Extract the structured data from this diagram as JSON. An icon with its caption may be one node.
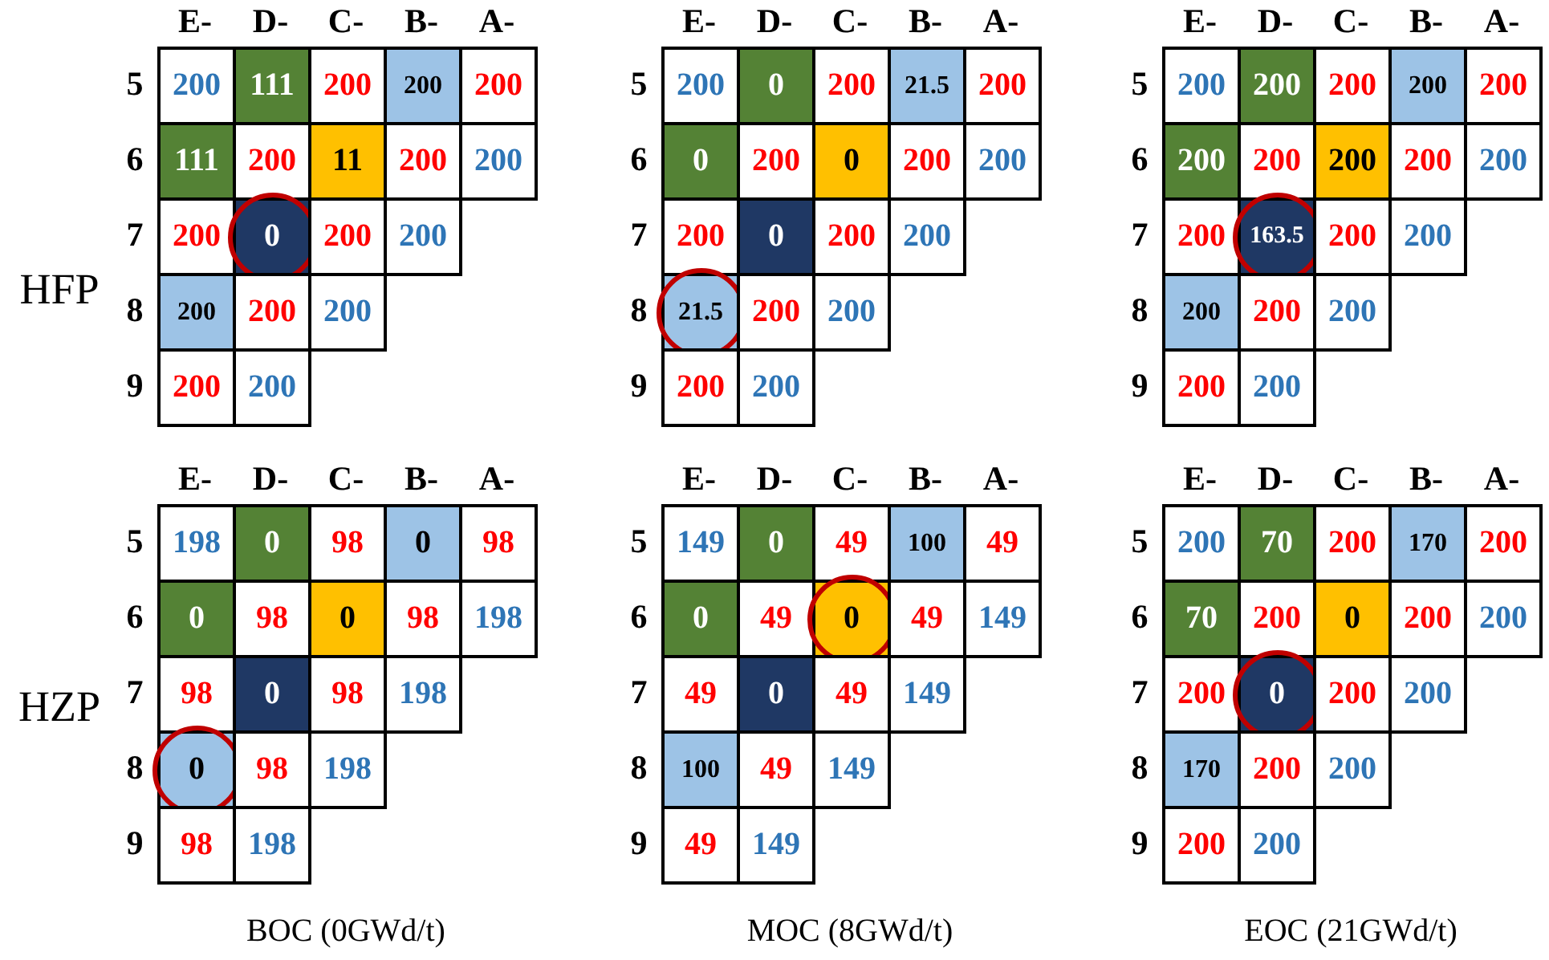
{
  "diagram": {
    "labels": [
      "HFP",
      "E-",
      "D-",
      "C-",
      "B-",
      "A-",
      "5",
      "200",
      "111",
      "200",
      "200",
      "200",
      "6",
      "111",
      "200",
      "11",
      "200",
      "200",
      "7",
      "200",
      "0",
      "200",
      "200",
      "8",
      "200",
      "200",
      "200",
      "9",
      "200",
      "200",
      "E-",
      "D-",
      "C-",
      "B-",
      "A-",
      "5",
      "200",
      "0",
      "200",
      "21.5",
      "200",
      "6",
      "0",
      "200",
      "0",
      "200",
      "200",
      "7",
      "200",
      "0",
      "200",
      "200",
      "8",
      "21.5",
      "200",
      "200",
      "9",
      "200",
      "200",
      "E-",
      "D-",
      "C-",
      "B-",
      "A-",
      "5",
      "200",
      "200",
      "200",
      "200",
      "200",
      "6",
      "200",
      "200",
      "200",
      "200",
      "200",
      "7",
      "200",
      "163.5",
      "200",
      "200",
      "8",
      "200",
      "200",
      "200",
      "9",
      "200",
      "200",
      "HZP",
      "E-",
      "D-",
      "C-",
      "B-",
      "A-",
      "5",
      "198",
      "0",
      "98",
      "0",
      "98",
      "6",
      "0",
      "98",
      "0",
      "98",
      "198",
      "7",
      "98",
      "0",
      "98",
      "198",
      "8",
      "0",
      "98",
      "198",
      "9",
      "98",
      "198",
      "E-",
      "D-",
      "C-",
      "B-",
      "A-",
      "5",
      "149",
      "0",
      "49",
      "100",
      "49",
      "6",
      "0",
      "49",
      "0",
      "49",
      "149",
      "7",
      "49",
      "0",
      "49",
      "149",
      "8",
      "100",
      "49",
      "149",
      "9",
      "49",
      "149",
      "E-",
      "D-",
      "C-",
      "B-",
      "A-",
      "5",
      "200",
      "70",
      "200",
      "170",
      "200",
      "6",
      "70",
      "200",
      "0",
      "200",
      "200",
      "7",
      "200",
      "0",
      "200",
      "200",
      "8",
      "170",
      "200",
      "200",
      "9",
      "200",
      "200",
      "BOC (0GWd/t)",
      "MOC (8GWd/t)",
      "EOC (21GWd/t)"
    ]
  }
}
